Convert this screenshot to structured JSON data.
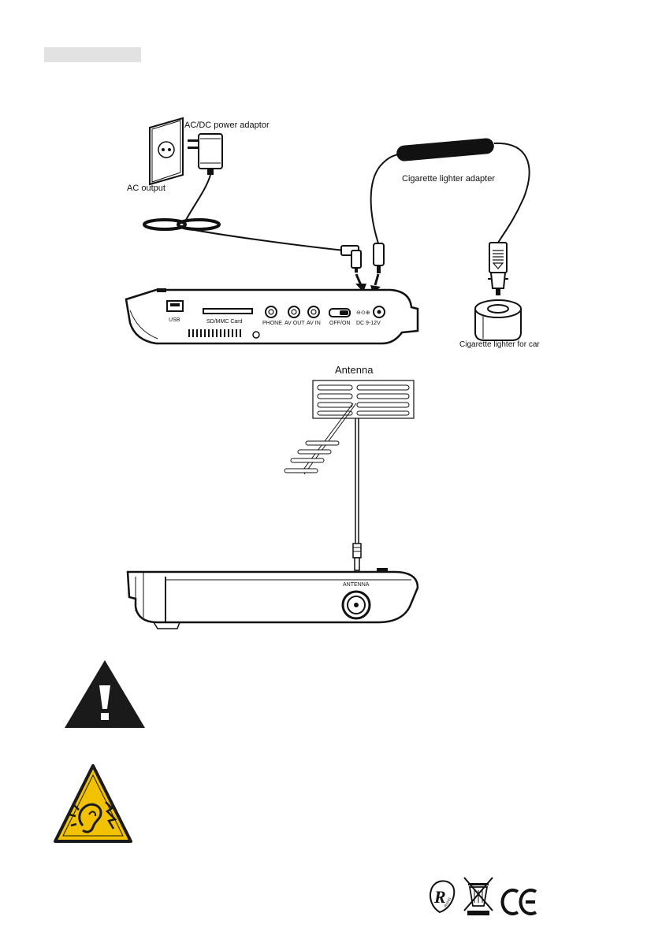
{
  "diagram": {
    "power": {
      "ac_dc_adaptor": "AC/DC power adaptor",
      "ac_output": "AC output",
      "cigarette_adapter": "Cigarette lighter adapter",
      "cigarette_lighter_for_car": "Cigarette lighter for car"
    },
    "ports": {
      "usb": "USB",
      "card": "SD/MMC Card",
      "phone": "PHONE",
      "av_out": "AV OUT",
      "av_in": "AV IN",
      "switch": "OFF/ON",
      "dc": "DC 9-12V"
    },
    "antenna": {
      "title": "Antenna",
      "port_label": "ANTENNA"
    }
  },
  "marks": {
    "rohs": "RoHS",
    "ce": "CE"
  },
  "colors": {
    "line": "#111111",
    "warning_yellow": "#f2c200",
    "header_bar": "#e2e2e2"
  },
  "icons": [
    "warning-exclamation-icon",
    "hearing-damage-warning-icon",
    "rohs-icon",
    "weee-bin-icon",
    "ce-mark-icon"
  ]
}
